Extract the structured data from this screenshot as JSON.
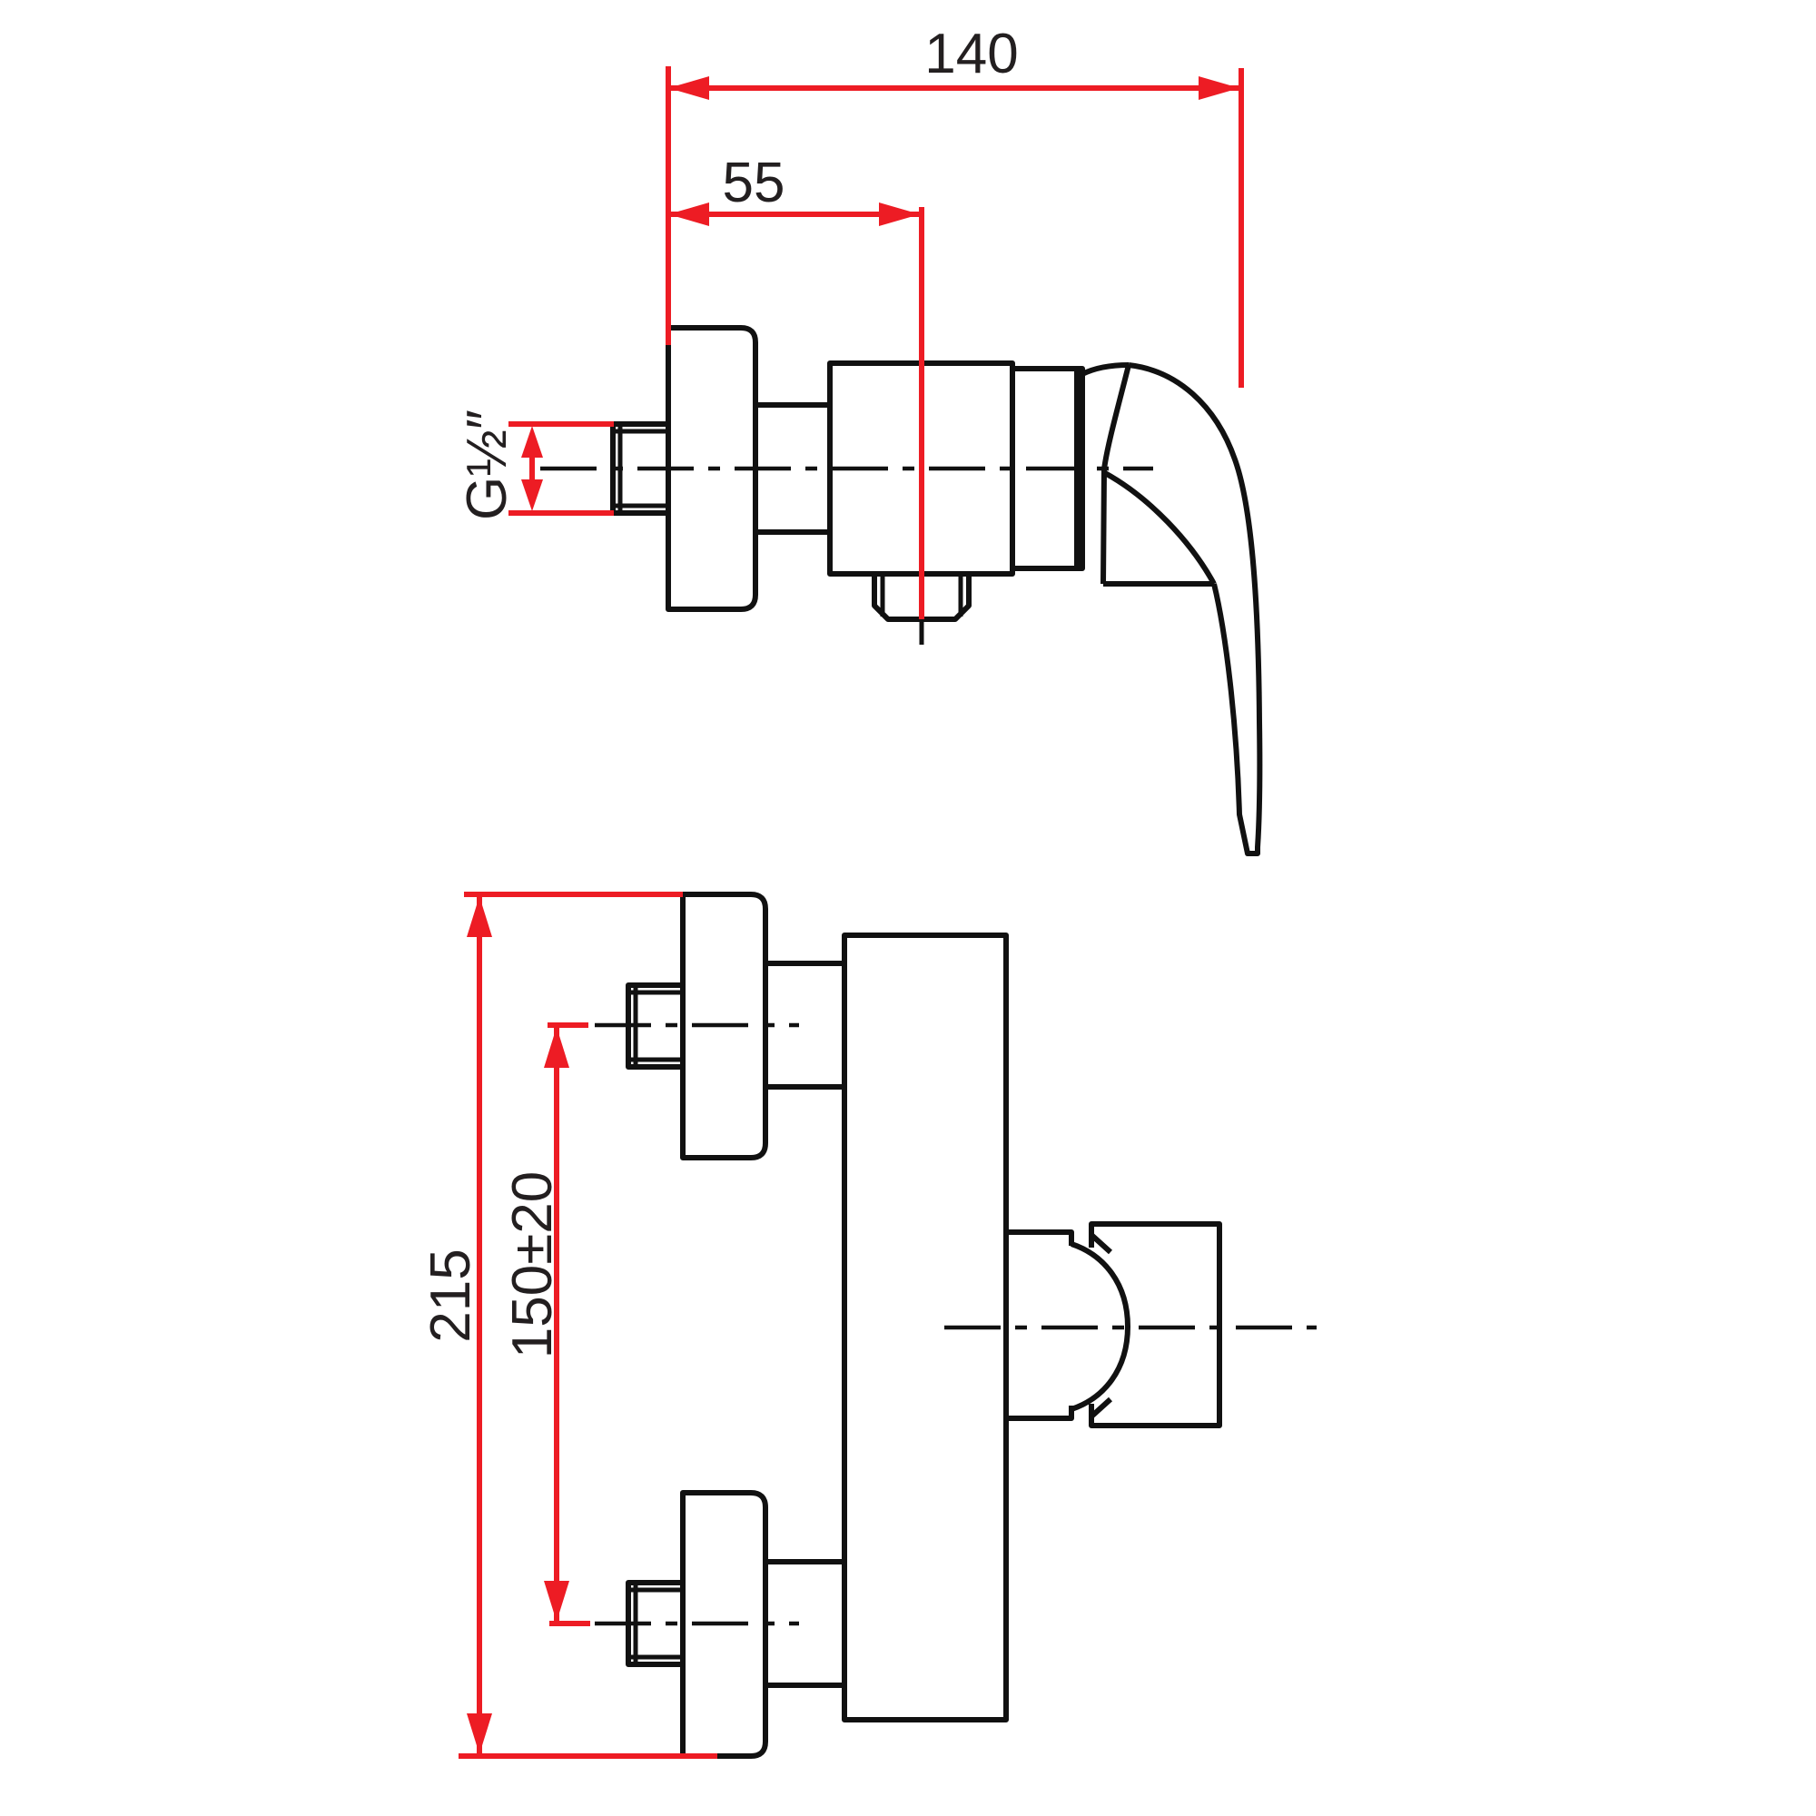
{
  "drawing": {
    "background": "#ffffff",
    "colors": {
      "background": "#ffffff",
      "outline": "#111111",
      "dimension": "#ED1C24",
      "label": "#231f20"
    },
    "side_view": {
      "dims": {
        "overall_depth": {
          "label": "140"
        },
        "outlet_offset": {
          "label": "55"
        },
        "thread_size": {
          "label": "G½″"
        }
      }
    },
    "front_view": {
      "dims": {
        "overall_height": {
          "label": "215"
        },
        "inlet_spacing": {
          "label": "150±20"
        }
      }
    }
  }
}
